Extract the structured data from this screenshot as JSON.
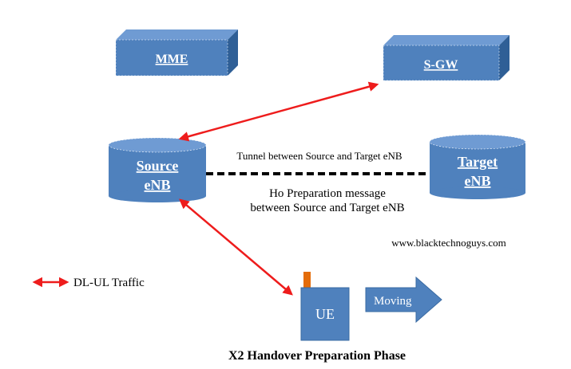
{
  "nodes": {
    "mme": {
      "label": "MME"
    },
    "sgw": {
      "label": "S-GW"
    },
    "source_enb": {
      "label_line1": "Source",
      "label_line2": "eNB"
    },
    "target_enb": {
      "label_line1": "Target",
      "label_line2": "eNB"
    },
    "ue": {
      "label": "UE"
    }
  },
  "annotations": {
    "tunnel": "Tunnel between Source and Target eNB",
    "ho_line1": "Ho  Preparation message",
    "ho_line2": "between Source and Target eNB",
    "website": "www.blacktechnoguys.com",
    "moving": "Moving"
  },
  "legend": {
    "dl_ul_label": "DL-UL Traffic"
  },
  "caption": "X2 Handover Preparation Phase",
  "colors": {
    "box_fill": "#4f81bd",
    "box_top": "#6f9bd3",
    "box_side": "#2f5f96",
    "arrow_red": "#ee1c1c",
    "antenna": "#e46c0a",
    "dashed_line": "#000000"
  }
}
